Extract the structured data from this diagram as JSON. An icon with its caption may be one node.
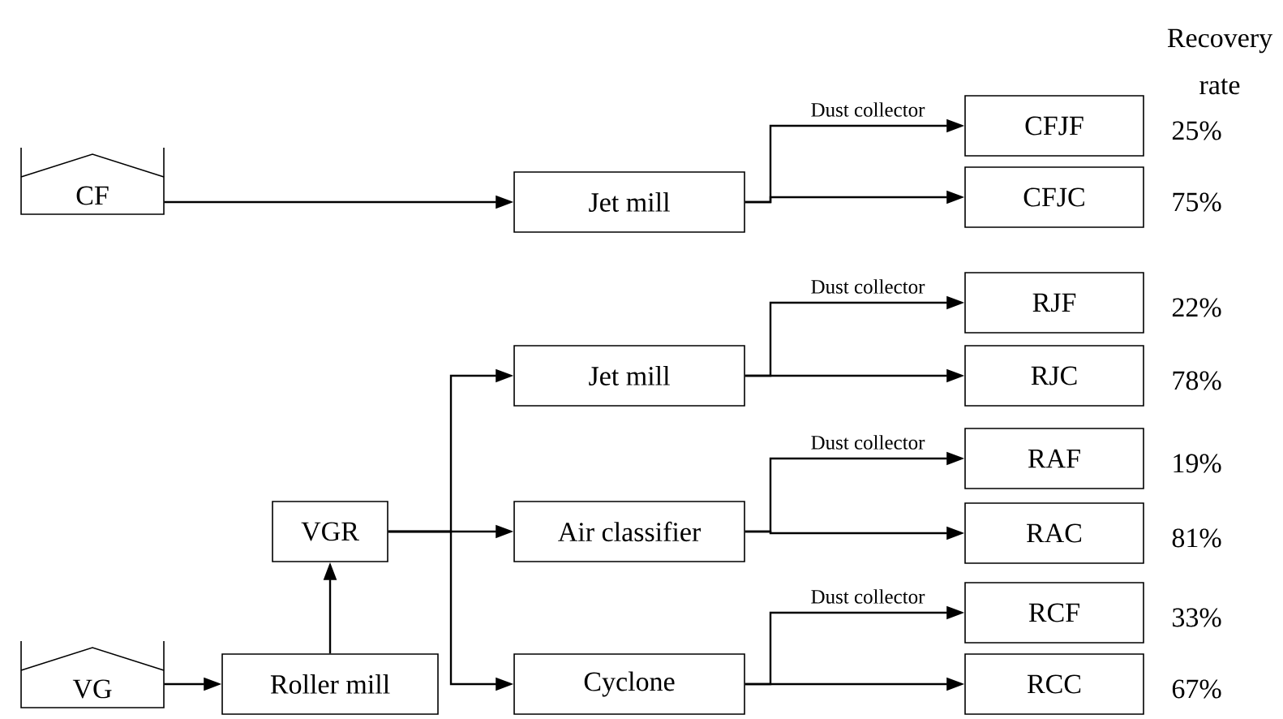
{
  "diagram": {
    "nodes": [
      {
        "text": [
          "CF"
        ]
      },
      {
        "text": [
          "Jet mill"
        ]
      },
      {
        "text": [
          "CFJF"
        ],
        "beside": [
          "25%"
        ]
      },
      {
        "text": [
          "CFJC"
        ],
        "beside": [
          "75%"
        ]
      },
      {
        "text": [
          "VG"
        ]
      },
      {
        "text": [
          "Roller mill"
        ]
      },
      {
        "text": [
          "VGR"
        ]
      },
      {
        "text": [
          "Jet mill"
        ]
      },
      {
        "text": [
          "Air classifier"
        ]
      },
      {
        "text": [
          "Cyclone"
        ]
      },
      {
        "text": [
          "RJF"
        ],
        "beside": [
          "22%"
        ]
      },
      {
        "text": [
          "RJC"
        ],
        "beside": [
          "78%"
        ]
      },
      {
        "text": [
          "RAF"
        ],
        "beside": [
          "19%"
        ]
      },
      {
        "text": [
          "RAC"
        ],
        "beside": [
          "81%"
        ]
      },
      {
        "text": [
          "RCF"
        ],
        "beside": [
          "33%"
        ]
      },
      {
        "text": [
          "RCC"
        ],
        "beside": [
          "67%"
        ]
      }
    ],
    "edges": [
      {
        "from": 0,
        "to": 1,
        "arrow": "to"
      },
      {
        "from": 1,
        "to": 2,
        "arrow": "to",
        "label": "Dust collector"
      },
      {
        "from": 1,
        "to": 3,
        "arrow": "to"
      },
      {
        "from": 4,
        "to": 5,
        "arrow": "to"
      },
      {
        "from": 5,
        "to": 6,
        "arrow": "to"
      },
      {
        "from": 6,
        "to": 7,
        "arrow": "to"
      },
      {
        "from": 6,
        "to": 8,
        "arrow": "to"
      },
      {
        "from": 6,
        "to": 9,
        "arrow": "to"
      },
      {
        "from": 7,
        "to": 10,
        "arrow": "to",
        "label": "Dust collector"
      },
      {
        "from": 7,
        "to": 11,
        "arrow": "to"
      },
      {
        "from": 8,
        "to": 12,
        "arrow": "to",
        "label": "Dust collector"
      },
      {
        "from": 8,
        "to": 13,
        "arrow": "to"
      },
      {
        "from": 9,
        "to": 14,
        "arrow": "to",
        "label": "Dust collector"
      },
      {
        "from": 9,
        "to": 15,
        "arrow": "to"
      }
    ],
    "labels": [
      "Recovery rate"
    ]
  }
}
